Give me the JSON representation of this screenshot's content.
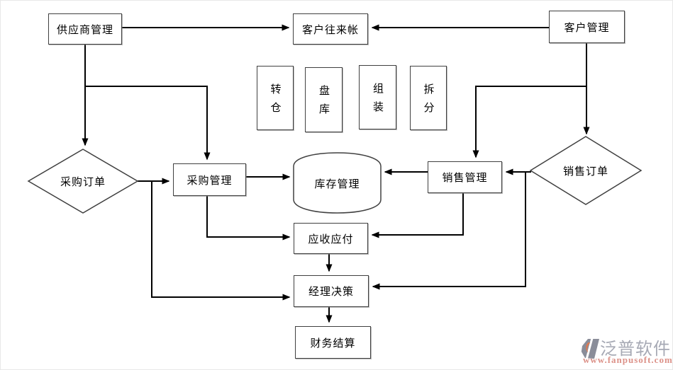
{
  "diagram": {
    "title_hint": "ERP purchase-sales-inventory flow diagram",
    "nodes": {
      "supplier": {
        "label": "供应商管理",
        "shape": "rect"
      },
      "customer_account": {
        "label": "客户往来帐",
        "shape": "rect"
      },
      "customer": {
        "label": "客户管理",
        "shape": "rect"
      },
      "transfer": {
        "label": "转仓",
        "shape": "rect-vertical"
      },
      "stocktake": {
        "label": "盘库",
        "shape": "rect-vertical"
      },
      "assemble": {
        "label": "组装",
        "shape": "rect-vertical"
      },
      "split": {
        "label": "拆分",
        "shape": "rect-vertical"
      },
      "purchase_order": {
        "label": "采购订单",
        "shape": "diamond"
      },
      "purchase": {
        "label": "采购管理",
        "shape": "rect"
      },
      "inventory": {
        "label": "库存管理",
        "shape": "cylinder"
      },
      "sales": {
        "label": "销售管理",
        "shape": "rect"
      },
      "sales_order": {
        "label": "销售订单",
        "shape": "diamond"
      },
      "receivable": {
        "label": "应收应付",
        "shape": "rect"
      },
      "decision": {
        "label": "经理决策",
        "shape": "rect"
      },
      "finance": {
        "label": "财务结算",
        "shape": "rect"
      }
    },
    "edges": [
      "供应商管理 → 客户往来帐",
      "客户管理 → 客户往来帐",
      "供应商管理 → 采购订单",
      "供应商管理 → 采购管理",
      "客户管理 → 销售订单",
      "客户管理 → 销售管理",
      "采购订单 → 采购管理",
      "采购订单 → 经理决策",
      "采购管理 → 库存管理",
      "销售管理 → 库存管理",
      "销售订单 → 销售管理",
      "销售订单 → 经理决策",
      "采购管理 → 应收应付",
      "销售管理 → 应收应付",
      "应收应付 → 经理决策",
      "经理决策 → 财务结算"
    ]
  },
  "watermark": {
    "brand": "泛普软件",
    "url": "www.fanpusoft.com"
  },
  "colors": {
    "background": "#ffffff",
    "line": "#000000",
    "shape_border": "#404040",
    "watermark_gray": "#a6a9b4",
    "watermark_red": "#dc9188",
    "logo_gray": "#8a8d99",
    "logo_orange": "#e0784f"
  }
}
